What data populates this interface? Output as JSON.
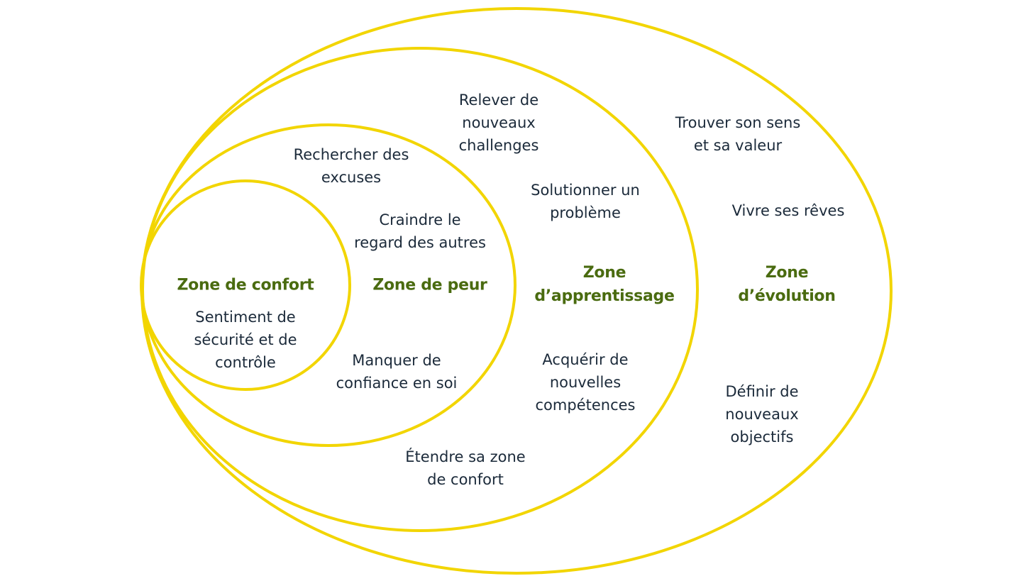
{
  "colors": {
    "ring": "#f2d500",
    "zone_title": "#4a6b10",
    "body_text": "#1b2a3a",
    "background": "#ffffff"
  },
  "zones": {
    "confort": "Zone de confort",
    "peur": "Zone de peur",
    "apprentissage": "Zone\nd’apprentissage",
    "evolution": "Zone\nd’évolution"
  },
  "items": {
    "confort_1": "Sentiment de\nsécurité et de\ncontrôle",
    "peur_1": "Rechercher des\nexcuses",
    "peur_2": "Craindre le\nregard des autres",
    "peur_3": "Manquer de\nconfiance en soi",
    "apprentissage_1": "Relever de\nnouveaux\nchallenges",
    "apprentissage_2": "Solutionner un\nproblème",
    "apprentissage_3": "Acquérir de\nnouvelles\ncompétences",
    "apprentissage_4": "Étendre sa zone\nde confort",
    "evolution_1": "Trouver son sens\net sa valeur",
    "evolution_2": "Vivre ses rêves",
    "evolution_3": "Définir de\nnouveaux\nobjectifs"
  }
}
